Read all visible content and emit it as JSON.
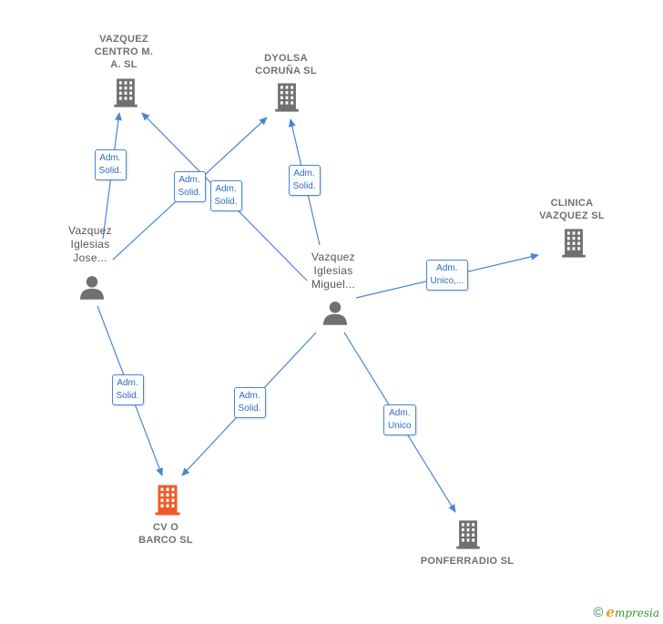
{
  "colors": {
    "edge": "#4a86d6",
    "company": "#707070",
    "target": "#f05a28",
    "person": "#707070"
  },
  "nodes": [
    {
      "id": "vazquez_centro",
      "type": "company",
      "label": "VAZQUEZ\nCENTRO M.\nA.  SL",
      "icon": "building-icon"
    },
    {
      "id": "dyolsa",
      "type": "company",
      "label": "DYOLSA\nCORUÑA  SL",
      "icon": "building-icon"
    },
    {
      "id": "clinica",
      "type": "company",
      "label": "CLINICA\nVAZQUEZ SL",
      "icon": "building-icon"
    },
    {
      "id": "jose",
      "type": "person",
      "label": "Vazquez\nIglesias\nJose...",
      "icon": "person-icon"
    },
    {
      "id": "miguel",
      "type": "person",
      "label": "Vazquez\nIglesias\nMiguel...",
      "icon": "person-icon"
    },
    {
      "id": "cvo",
      "type": "target",
      "label": "CV O\nBARCO  SL",
      "icon": "building-icon"
    },
    {
      "id": "ponferradio",
      "type": "company",
      "label": "PONFERRADIO SL",
      "icon": "building-icon"
    }
  ],
  "edges": [
    {
      "from": "jose",
      "to": "vazquez_centro",
      "label": "Adm.\nSolid."
    },
    {
      "from": "jose",
      "to": "dyolsa",
      "label": "Adm.\nSolid."
    },
    {
      "from": "miguel",
      "to": "vazquez_centro",
      "label": "Adm.\nSolid."
    },
    {
      "from": "miguel",
      "to": "dyolsa",
      "label": "Adm.\nSolid."
    },
    {
      "from": "miguel",
      "to": "clinica",
      "label": "Adm.\nUnico,..."
    },
    {
      "from": "jose",
      "to": "cvo",
      "label": "Adm.\nSolid."
    },
    {
      "from": "miguel",
      "to": "cvo",
      "label": "Adm.\nSolid."
    },
    {
      "from": "miguel",
      "to": "ponferradio",
      "label": "Adm.\nUnico"
    }
  ],
  "footer": {
    "copyright": "©",
    "brand_initial": "e",
    "brand_rest": "mpresia"
  }
}
